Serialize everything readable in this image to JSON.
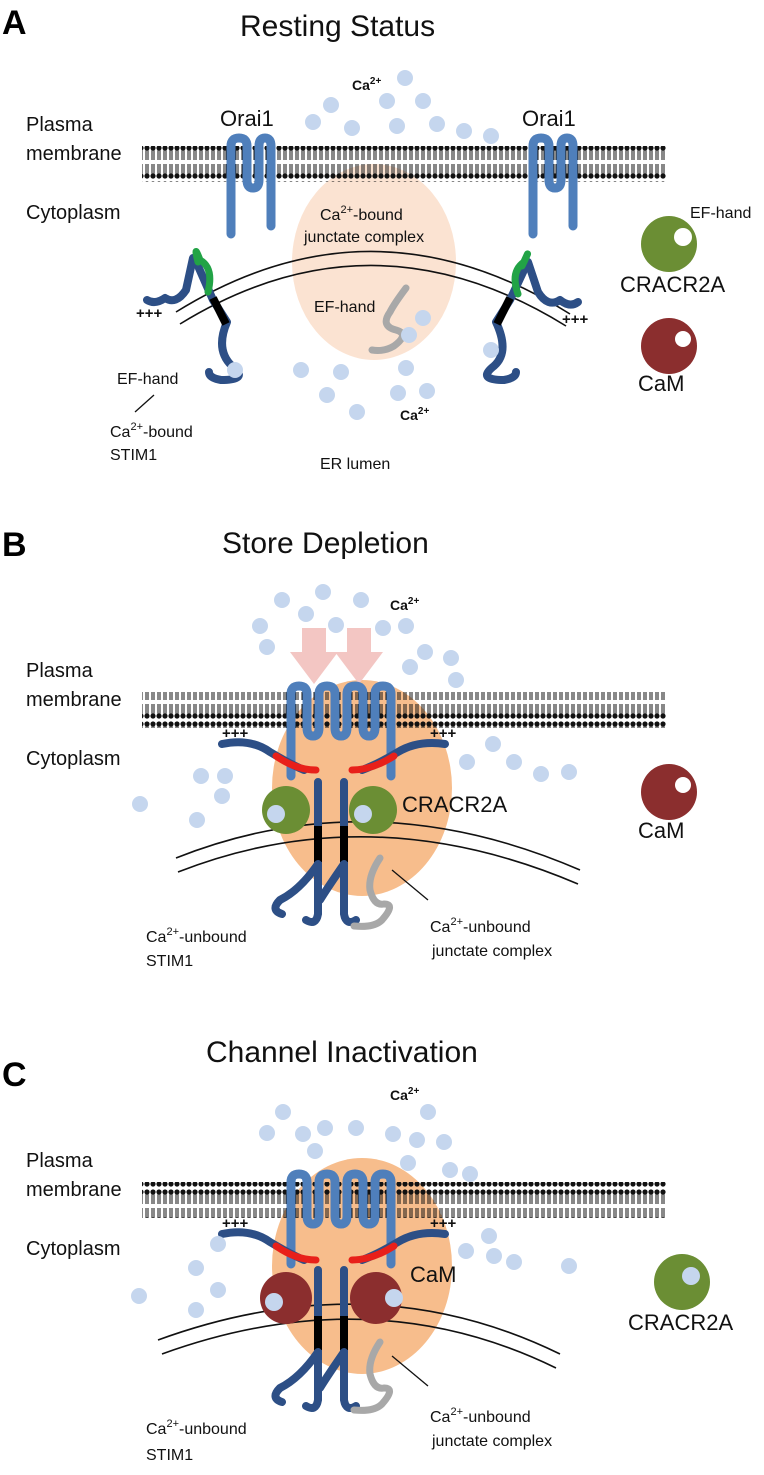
{
  "panels": {
    "a": {
      "letter": "A",
      "title": "Resting Status"
    },
    "b": {
      "letter": "B",
      "title": "Store Depletion"
    },
    "c": {
      "letter": "C",
      "title": "Channel Inactivation"
    }
  },
  "labels": {
    "plasma": "Plasma",
    "membrane": "membrane",
    "cytoplasm": "Cytoplasm",
    "orai1": "Orai1",
    "ca": "Ca",
    "ca_sup": "2+",
    "ef_hand": "EF-hand",
    "bound_suffix": "-bound",
    "unbound_suffix": "-unbound",
    "stim1": "STIM1",
    "junctate_complex": "junctate complex",
    "er_lumen": "ER lumen",
    "cracr2a": "CRACR2A",
    "cam": "CaM",
    "plus": "+++"
  },
  "colors": {
    "orai": "#4f7fbb",
    "stim": "#2d4f86",
    "cracr2a": "#6b8e34",
    "cam": "#8b2e2e",
    "calcium": "#c5d6ee",
    "junctate_rest": "#fbe3d2",
    "junctate_active": "#f7bd8c",
    "ef_green": "#22a346",
    "linker_red": "#e8201a",
    "arrow": "#f3c6c3"
  }
}
